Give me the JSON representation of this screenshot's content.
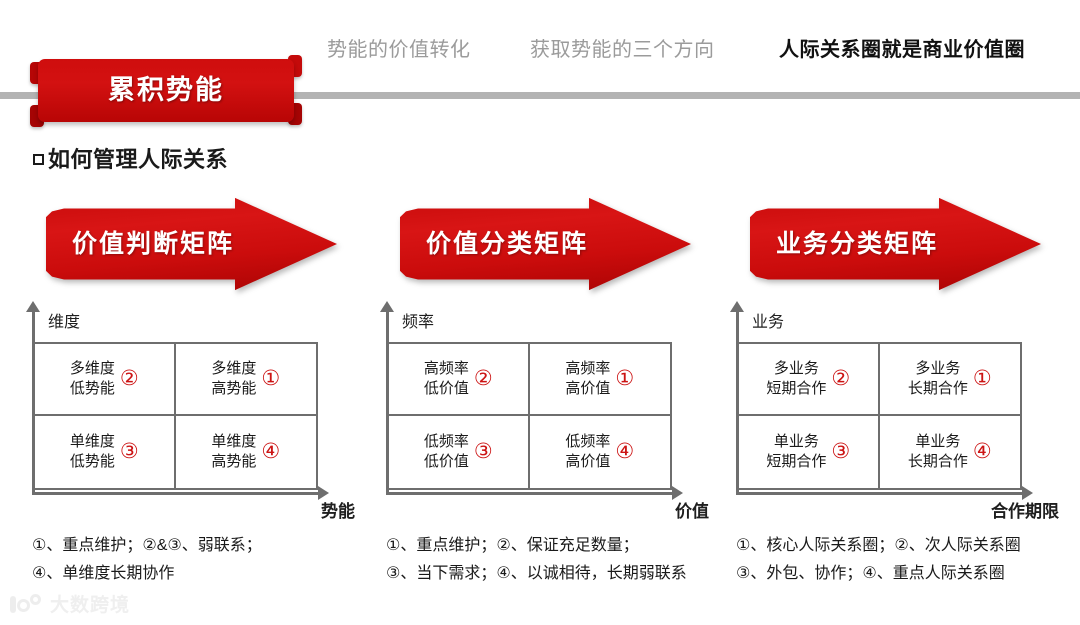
{
  "nav": {
    "items": [
      {
        "label": "势能的价值转化",
        "active": false
      },
      {
        "label": "获取势能的三个方向",
        "active": false
      },
      {
        "label": "人际关系圈就是商业价值圈",
        "active": true
      }
    ]
  },
  "ribbon": {
    "title": "累积势能"
  },
  "subtitle": {
    "text": "如何管理人际关系"
  },
  "watermark": {
    "text": "大数跨境"
  },
  "colors": {
    "brand_red": "#cc1414",
    "ribbon_red": "#cf0d0d",
    "rule_gray": "#b3b3b3",
    "axis_gray": "#6e6e6e",
    "nav_inactive": "#9b9b9b",
    "nav_active": "#111111"
  },
  "chart_data": [
    {
      "type": "table",
      "title": "价值判断矩阵",
      "xlabel": "势能",
      "ylabel": "维度",
      "categories": [
        "低势能",
        "高势能"
      ],
      "rows": [
        "多维度",
        "单维度"
      ],
      "cells": [
        {
          "text": "多维度\n低势能",
          "num": "②",
          "row": 0,
          "col": 0
        },
        {
          "text": "多维度\n高势能",
          "num": "①",
          "row": 0,
          "col": 1
        },
        {
          "text": "单维度\n低势能",
          "num": "③",
          "row": 1,
          "col": 0
        },
        {
          "text": "单维度\n高势能",
          "num": "④",
          "row": 1,
          "col": 1
        }
      ],
      "caption": [
        "①、重点维护；②&③、弱联系；",
        "④、单维度长期协作"
      ]
    },
    {
      "type": "table",
      "title": "价值分类矩阵",
      "xlabel": "价值",
      "ylabel": "频率",
      "categories": [
        "低价值",
        "高价值"
      ],
      "rows": [
        "高频率",
        "低频率"
      ],
      "cells": [
        {
          "text": "高频率\n低价值",
          "num": "②",
          "row": 0,
          "col": 0
        },
        {
          "text": "高频率\n高价值",
          "num": "①",
          "row": 0,
          "col": 1
        },
        {
          "text": "低频率\n低价值",
          "num": "③",
          "row": 1,
          "col": 0
        },
        {
          "text": "低频率\n高价值",
          "num": "④",
          "row": 1,
          "col": 1
        }
      ],
      "caption": [
        "①、重点维护；②、保证充足数量；",
        "③、当下需求；④、以诚相待，长期弱联系"
      ]
    },
    {
      "type": "table",
      "title": "业务分类矩阵",
      "xlabel": "合作期限",
      "ylabel": "业务",
      "categories": [
        "短期合作",
        "长期合作"
      ],
      "rows": [
        "多业务",
        "单业务"
      ],
      "cells": [
        {
          "text": "多业务\n短期合作",
          "num": "②",
          "row": 0,
          "col": 0
        },
        {
          "text": "多业务\n长期合作",
          "num": "①",
          "row": 0,
          "col": 1
        },
        {
          "text": "单业务\n短期合作",
          "num": "③",
          "row": 1,
          "col": 0
        },
        {
          "text": "单业务\n长期合作",
          "num": "④",
          "row": 1,
          "col": 1
        }
      ],
      "caption": [
        "①、核心人际关系圈；②、次人际关系圈",
        "③、外包、协作；④、重点人际关系圈"
      ]
    }
  ]
}
